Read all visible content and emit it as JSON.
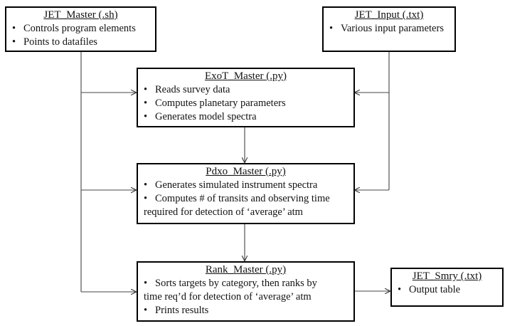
{
  "boxes": {
    "jet_master": {
      "title": "JET_Master (.sh)",
      "items": [
        "Controls program elements",
        "Points to datafiles"
      ]
    },
    "jet_input": {
      "title": "JET_Input (.txt)",
      "items": [
        "Various input parameters"
      ]
    },
    "exot_master": {
      "title": "ExoT_Master (.py)",
      "items": [
        "Reads survey data",
        "Computes planetary parameters",
        "Generates model spectra"
      ]
    },
    "pdxo_master": {
      "title": "Pdxo_Master (.py)",
      "items": [
        "Generates simulated instrument spectra",
        "Computes # of transits and observing time",
        "required for detection of ‘average’ atm"
      ]
    },
    "rank_master": {
      "title": "Rank_Master (.py)",
      "items": [
        "Sorts targets by category, then ranks by",
        "time req’d for detection of ‘average’ atm",
        "Prints results"
      ]
    },
    "jet_smry": {
      "title": "JET_Smry (.txt)",
      "items": [
        "Output table"
      ]
    }
  }
}
